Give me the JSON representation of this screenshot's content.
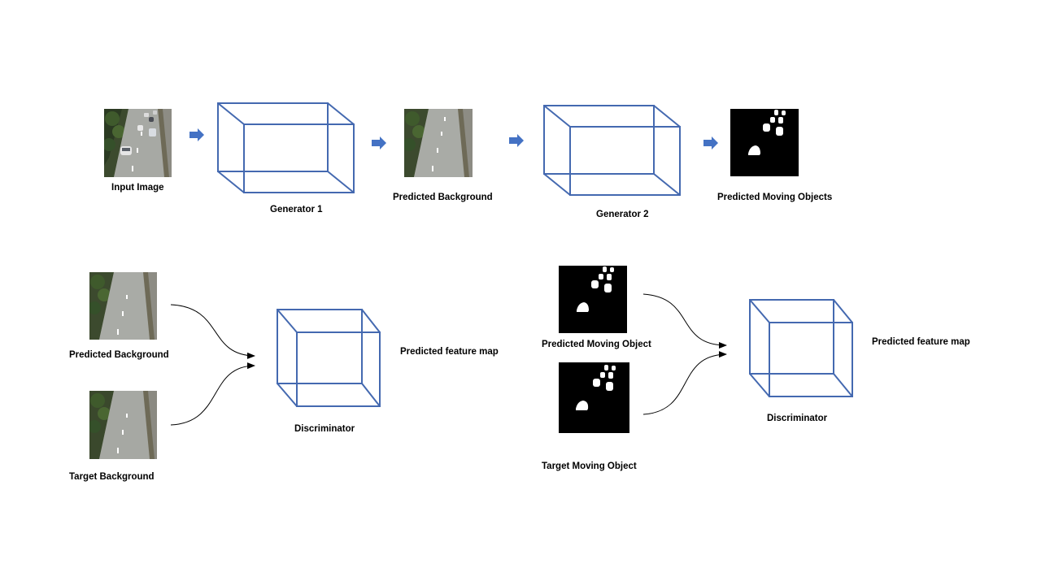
{
  "top_row": {
    "input_label": "Input Image",
    "gen1_label": "Generator 1",
    "pred_bg_label": "Predicted Background",
    "gen2_label": "Generator 2",
    "pred_mo_label": "Predicted Moving Objects"
  },
  "bottom_left": {
    "pred_bg_label": "Predicted Background",
    "target_bg_label": "Target Background",
    "disc_label": "Discriminator",
    "feature_label": "Predicted feature map"
  },
  "bottom_right": {
    "pred_mo_label": "Predicted Moving Object",
    "target_mo_label": "Target Moving Object",
    "disc_label": "Discriminator",
    "feature_label": "Predicted feature map"
  },
  "colors": {
    "box_stroke": "#4469b0",
    "arrow_fill": "#4472c4",
    "mask_bg": "#000000",
    "mask_fg": "#ffffff"
  }
}
